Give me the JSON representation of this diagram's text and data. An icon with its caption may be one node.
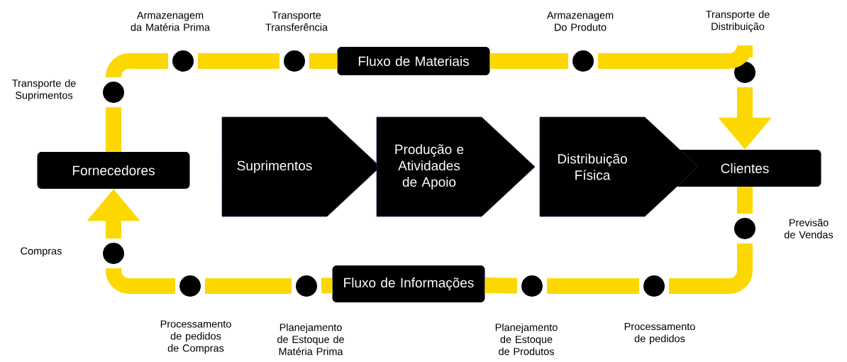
{
  "diagram": {
    "nodes": [
      {
        "text": [
          "Fornecedores"
        ]
      },
      {
        "text": [],
        "shape": "circle",
        "beside": [
          "Transporte de Suprimentos"
        ]
      },
      {
        "text": [],
        "shape": "circle",
        "beside": [
          "Armazenagem da Matéria Prima"
        ]
      },
      {
        "text": [],
        "shape": "circle",
        "beside": [
          "Transporte Transferência"
        ]
      },
      {
        "text": [
          "Fluxo de Materiais"
        ]
      },
      {
        "text": [],
        "shape": "circle",
        "beside": [
          "Armazenagem Do Produto"
        ]
      },
      {
        "text": [],
        "shape": "circle",
        "beside": [
          "Transporte de Distribuição"
        ]
      },
      {
        "text": [
          "Clientes"
        ]
      },
      {
        "text": [
          "Suprimentos"
        ]
      },
      {
        "text": [
          "Produção e Atividades de Apoio"
        ]
      },
      {
        "text": [
          "Distribuição Física"
        ]
      },
      {
        "text": [],
        "shape": "circle",
        "beside": [
          "Previsão de Vendas"
        ]
      },
      {
        "text": [],
        "shape": "circle",
        "beside": [
          "Processamento de pedidos"
        ]
      },
      {
        "text": [],
        "shape": "circle",
        "beside": [
          "Planejamento de Estoque de Produtos"
        ]
      },
      {
        "text": [
          "Fluxo de Informações"
        ]
      },
      {
        "text": [],
        "shape": "circle",
        "beside": [
          "Planejamento de Estoque de Matéria Prima"
        ]
      },
      {
        "text": [],
        "shape": "circle",
        "beside": [
          "Processamento de pedidos de Compras"
        ]
      },
      {
        "text": [],
        "shape": "circle",
        "beside": [
          "Compras"
        ]
      }
    ],
    "edges": [
      {
        "from": 0,
        "to": 1,
        "arrow": "none"
      },
      {
        "from": 1,
        "to": 2,
        "arrow": "none"
      },
      {
        "from": 2,
        "to": 3,
        "arrow": "none"
      },
      {
        "from": 3,
        "to": 4,
        "arrow": "none"
      },
      {
        "from": 4,
        "to": 5,
        "arrow": "none"
      },
      {
        "from": 5,
        "to": 6,
        "arrow": "none"
      },
      {
        "from": 6,
        "to": 7,
        "arrow": "to"
      },
      {
        "from": 7,
        "to": 11,
        "arrow": "none"
      },
      {
        "from": 11,
        "to": 12,
        "arrow": "none"
      },
      {
        "from": 12,
        "to": 13,
        "arrow": "none"
      },
      {
        "from": 13,
        "to": 14,
        "arrow": "none"
      },
      {
        "from": 14,
        "to": 15,
        "arrow": "none"
      },
      {
        "from": 15,
        "to": 16,
        "arrow": "none"
      },
      {
        "from": 16,
        "to": 17,
        "arrow": "none"
      },
      {
        "from": 17,
        "to": 0,
        "arrow": "to"
      }
    ]
  }
}
